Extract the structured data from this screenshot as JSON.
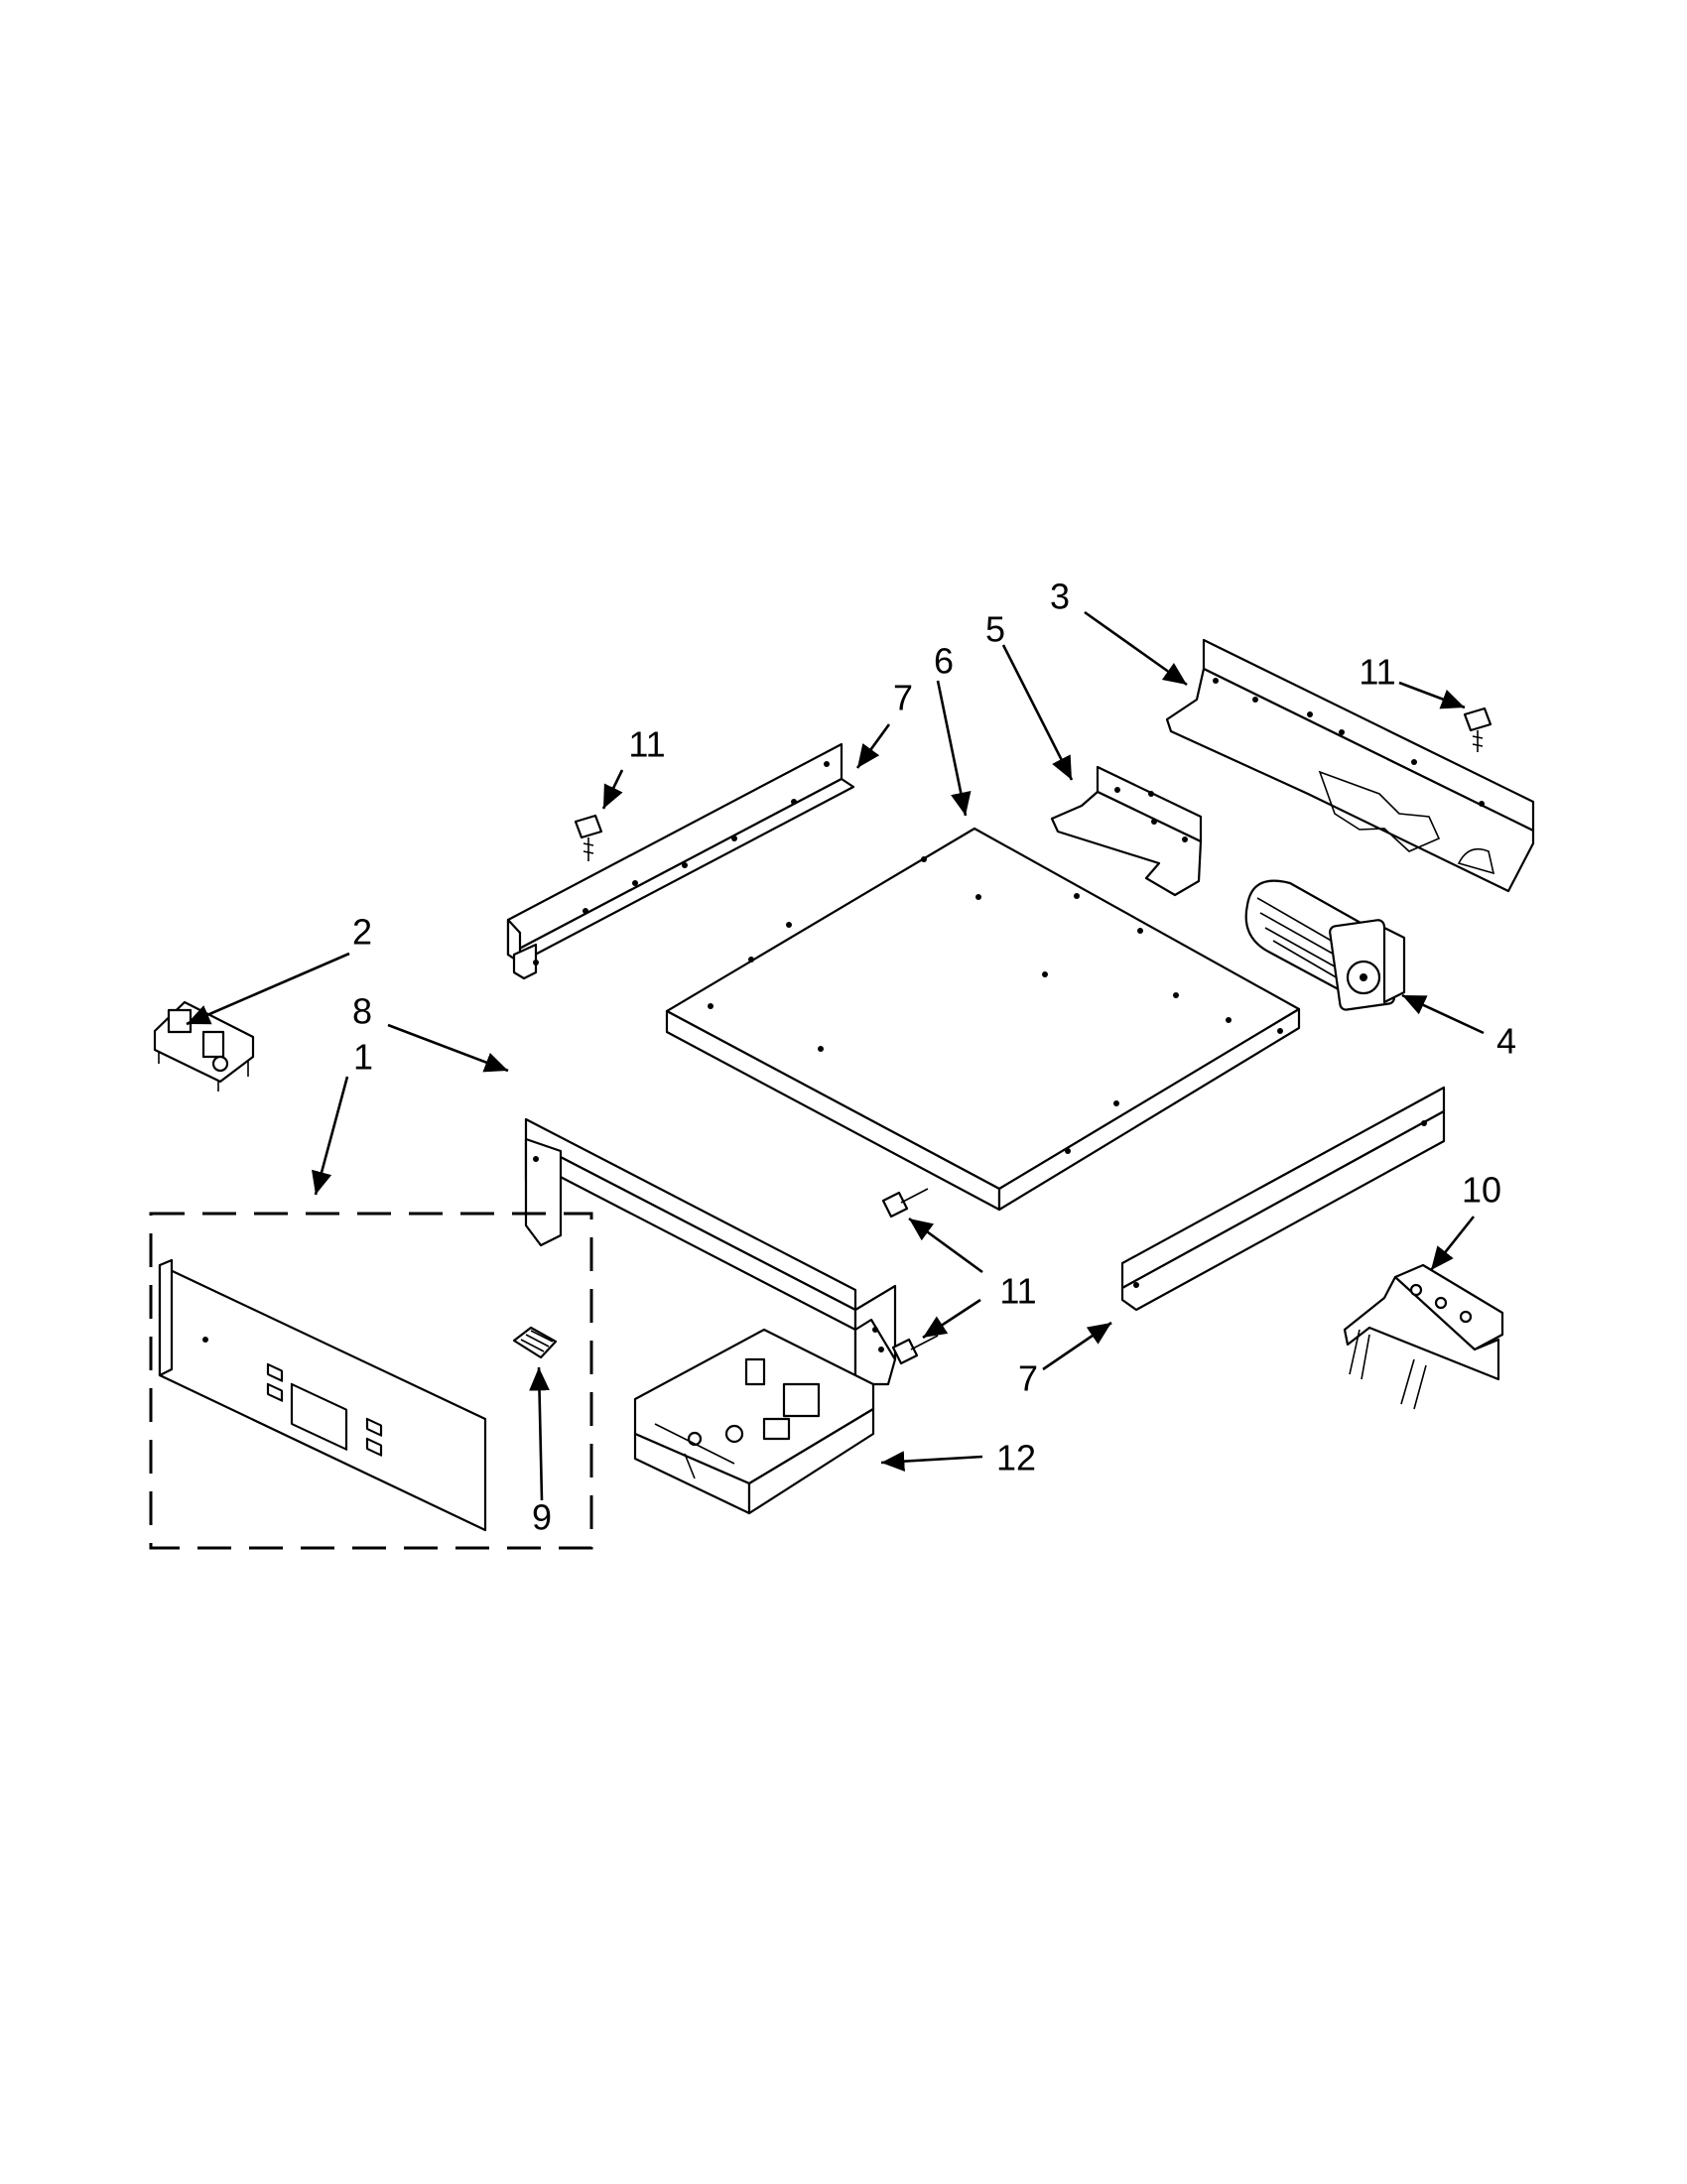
{
  "callouts": {
    "c1": "1",
    "c2": "2",
    "c3": "3",
    "c4": "4",
    "c5": "5",
    "c6": "6",
    "c7_top": "7",
    "c7_bottom": "7",
    "c8": "8",
    "c9": "9",
    "c10": "10",
    "c11_topleft": "11",
    "c11_topright": "11",
    "c11_mid": "11",
    "c12": "12"
  },
  "colors": {
    "line": "#000000",
    "background": "#ffffff"
  }
}
